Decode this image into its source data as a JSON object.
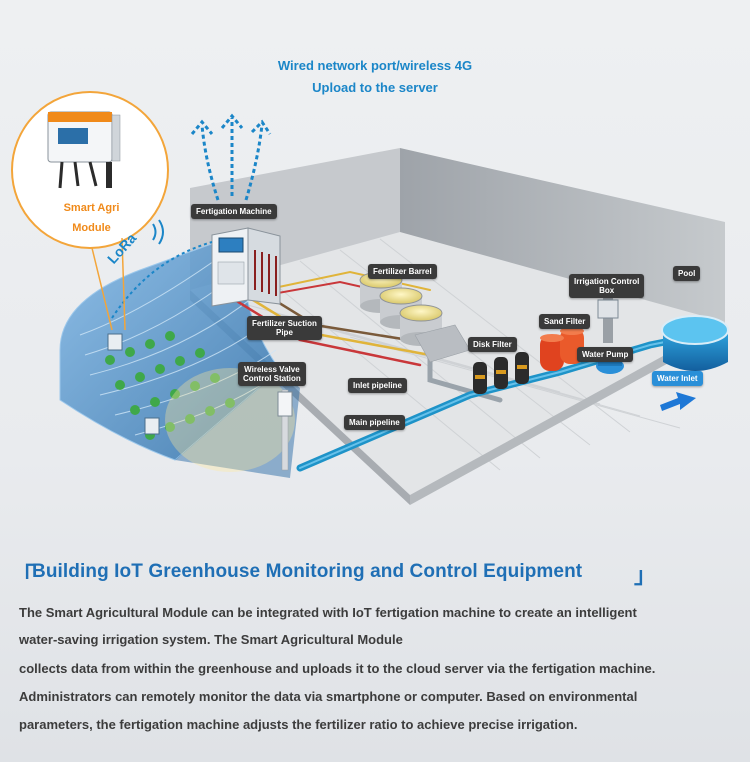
{
  "header": {
    "line1": "Wired network port/wireless 4G",
    "line2": "Upload to the server"
  },
  "module": {
    "label_line1": "Smart Agri",
    "label_line2": "Module",
    "wireless_label": "LoRa"
  },
  "labels": {
    "fertigation_machine": "Fertigation Machine",
    "fertilizer_barrel": "Fertilizer Barrel",
    "irrigation_control_box_1": "Irrigation Control",
    "irrigation_control_box_2": "Box",
    "pool": "Pool",
    "sand_filter": "Sand Filter",
    "fertilizer_suction_pipe_1": "Fertilizer Suction",
    "fertilizer_suction_pipe_2": "Pipe",
    "disk_filter": "Disk Filter",
    "water_pump": "Water Pump",
    "wireless_valve_1": "Wireless Valve",
    "wireless_valve_2": "Control Station",
    "inlet_pipeline": "Inlet pipeline",
    "water_inlet": "Water Inlet",
    "main_pipeline": "Main pipeline"
  },
  "section": {
    "bracket_open": "「",
    "bracket_close": "」",
    "title": "Building IoT Greenhouse Monitoring and Control Equipment"
  },
  "description": [
    "The Smart Agricultural Module can be integrated with IoT fertigation machine to create an intelligent",
    "water-saving irrigation system. The Smart Agricultural Module",
    "collects data from within the greenhouse and uploads it to the cloud server via the fertigation machine.",
    "Administrators can remotely monitor the data via smartphone or computer. Based on environmental",
    "parameters, the fertigation machine adjusts the fertilizer ratio to achieve precise irrigation."
  ],
  "colors": {
    "accent_blue": "#1b86c8",
    "module_orange": "#f08a1a",
    "label_dark": "#3a3a3a",
    "pipe_blue": "#1e93c8",
    "sand_filter_red": "#e0431f"
  }
}
